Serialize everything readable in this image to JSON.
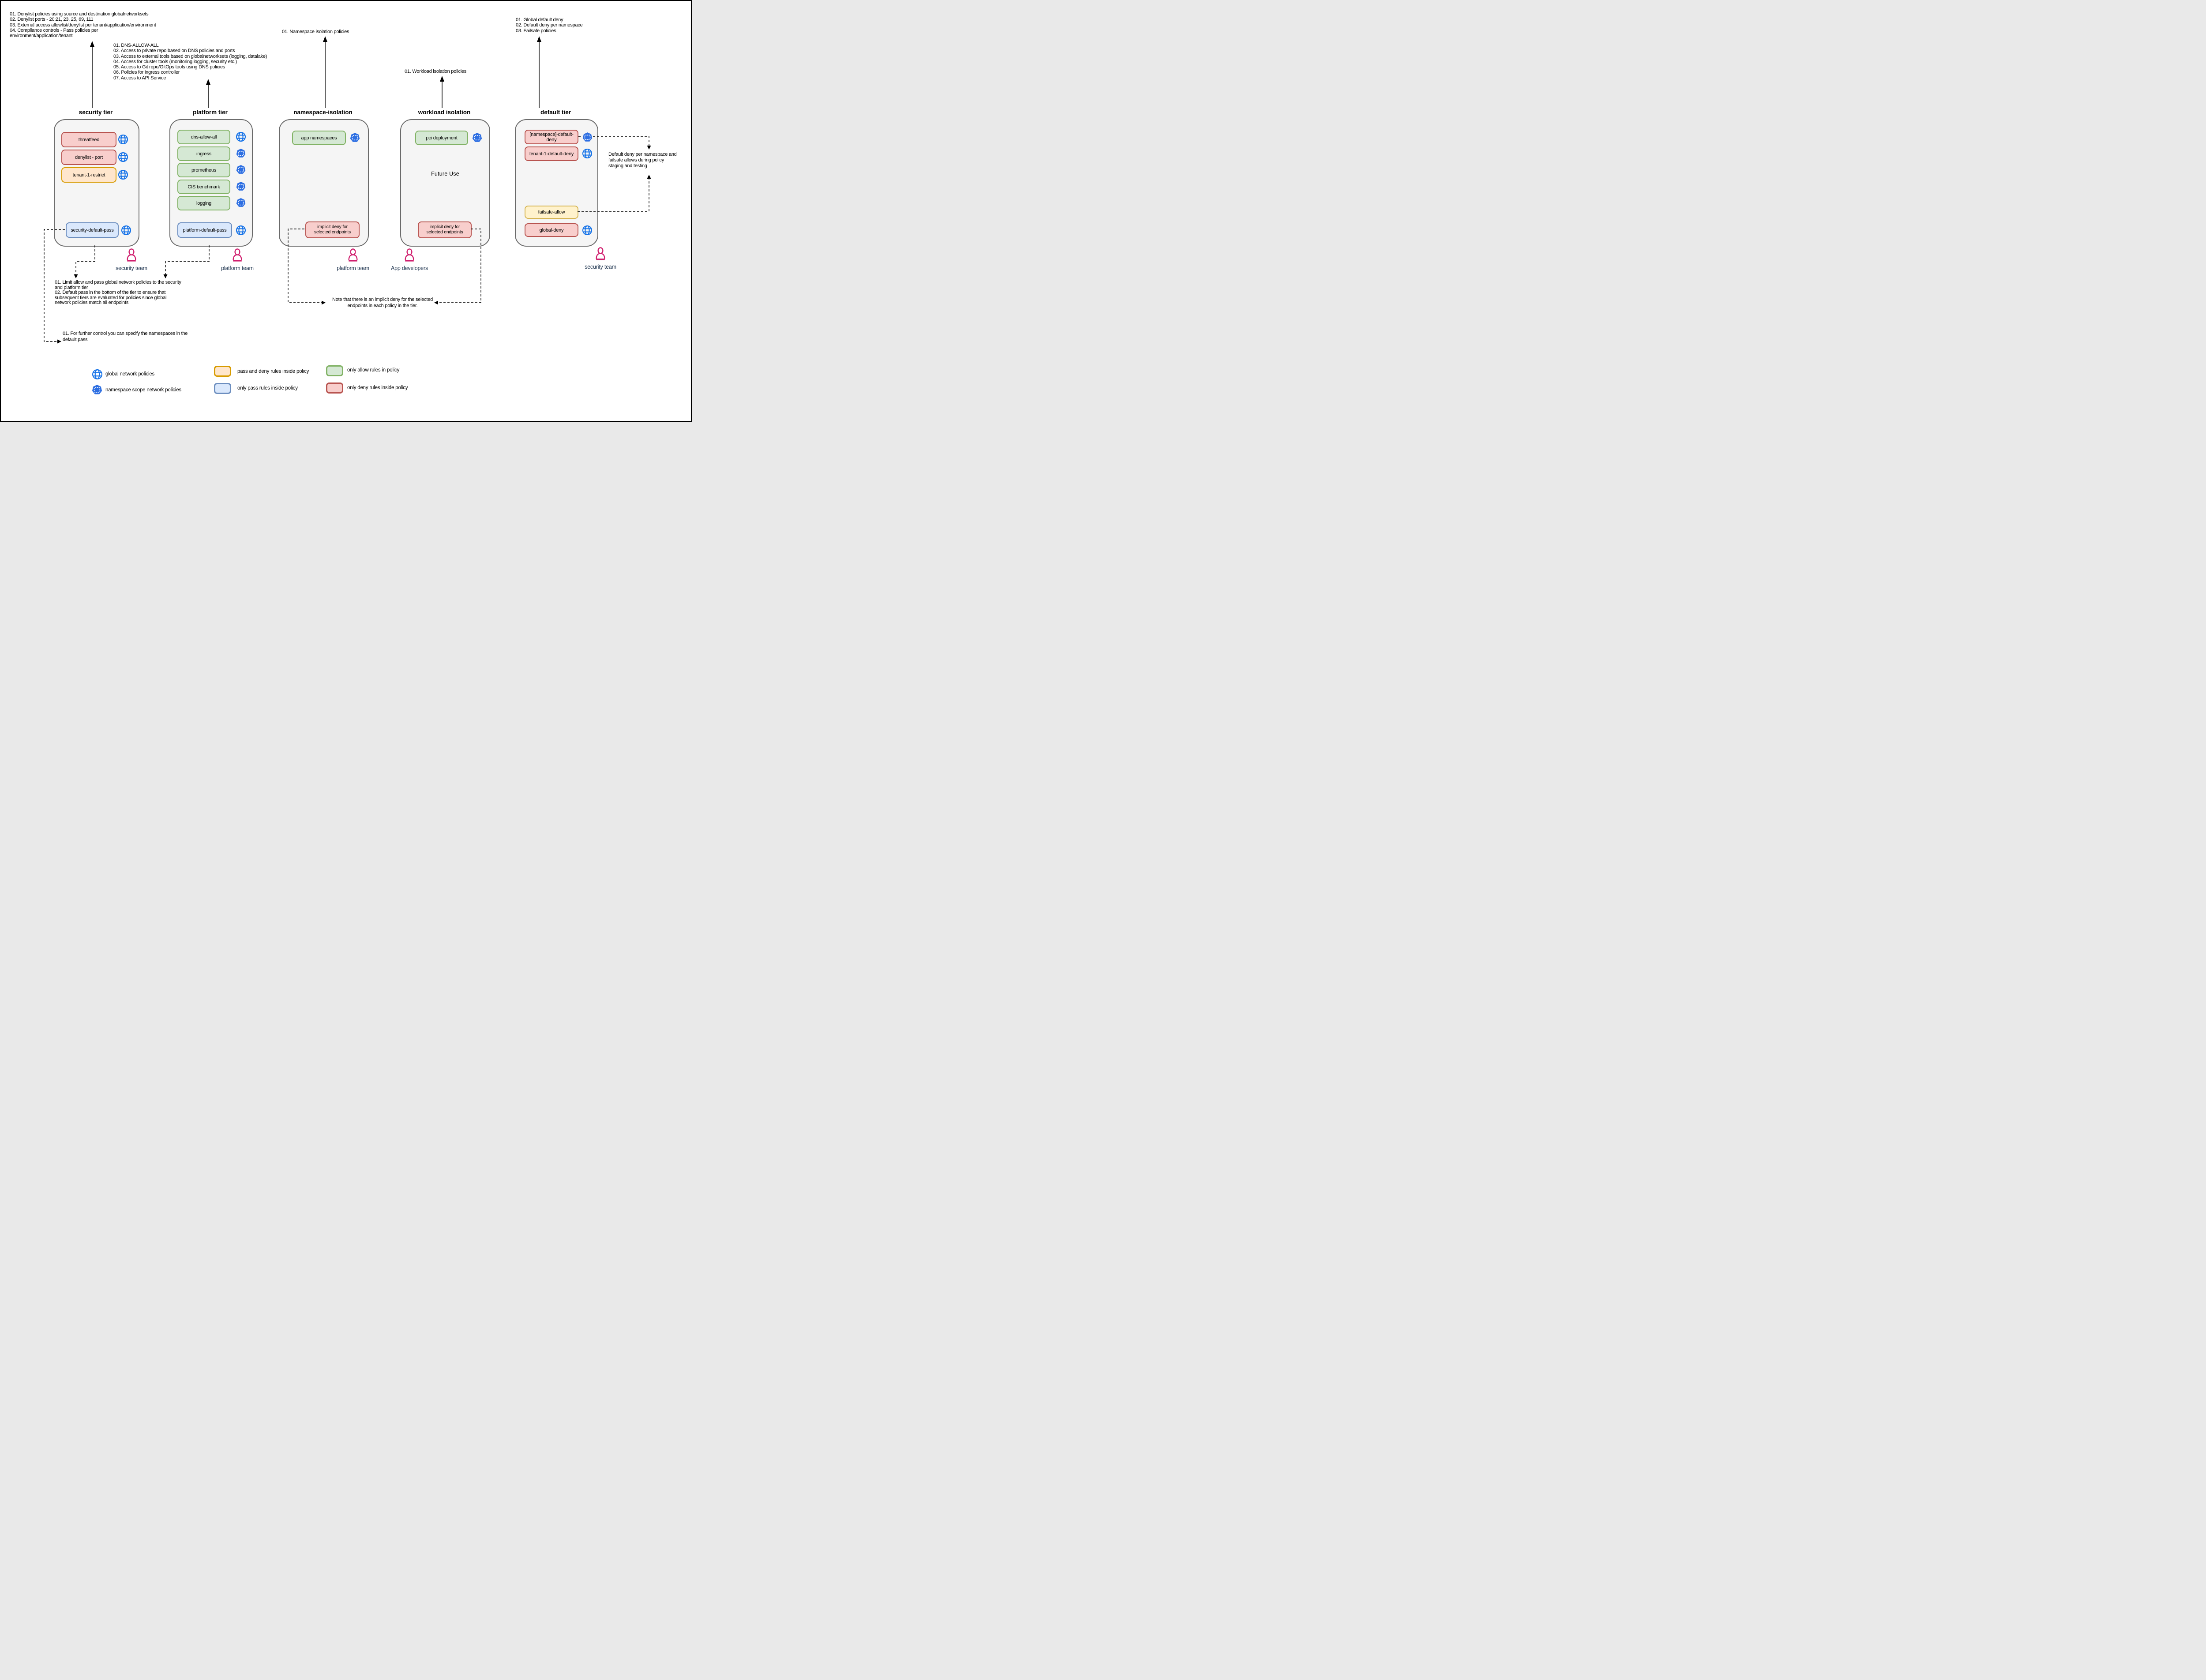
{
  "colors": {
    "global_policy_blue": "#1673E8",
    "namespace_policy_blue": "#2E6FE2",
    "person_pink": "#D01F6E",
    "deny_fill": "#F8CECC",
    "deny_stroke": "#B85450",
    "allow_fill": "#D5E8D4",
    "allow_stroke": "#82B366",
    "pass_fill": "#DAE8FC",
    "pass_stroke": "#6C8EBF",
    "pass_deny_fill": "#FFE6CC",
    "pass_deny_stroke": "#D79B00",
    "failsafe_fill": "#FFF2CC",
    "failsafe_stroke": "#D6B656",
    "tier_fill": "#F5F5F5",
    "tier_stroke": "#6B6B6B"
  },
  "annotations": {
    "security_notes": {
      "lines": [
        "01. Denylist policies using source and destination globalnetworksets",
        "02. Denylist ports - 20:21, 23, 25, 69, 111",
        "03. External access allowlist/denylist per tenant/application/environment",
        "04. Compliance controls - Pass policies per",
        "environment/application/tenant"
      ]
    },
    "platform_notes": {
      "lines": [
        "01. DNS-ALLOW-ALL",
        "02. Access to private repo based on DNS policies and ports",
        "03. Access to external tools based on globalnetworksets (logging, datalake)",
        "04. Access for cluster tools (monitoring,logging, security etc.)",
        "05. Access to Git repo/GitOps tools using DNS policies",
        "06. Policies for ingress controller",
        "07. Access to API Service"
      ]
    },
    "namespace_note": "01. Namespace isolation policies",
    "workload_note": "01. Workload isolation policies",
    "default_notes": {
      "lines": [
        "01. Global default deny",
        "02. Default deny per namespace",
        "03. Failsafe policies"
      ]
    },
    "limit_note": {
      "lines": [
        "01. Limit allow and pass global network policies to the security",
        "and platform tier",
        "02. Default pass in the bottom of the tier to ensure that",
        "subsequent tiers are evaluated for policies since global",
        "network policies match all endpoints"
      ]
    },
    "further_note": {
      "lines": [
        "01. For further control you can specify the namespaces in the",
        "default pass"
      ]
    },
    "implicit_note": {
      "lines": [
        "Note that there is an implicit deny for the selected",
        "endpoints in each policy in the tier."
      ]
    },
    "staging_note": {
      "lines": [
        "Default deny per namespace and",
        "failsafe allows during policy",
        "staging and testing"
      ]
    }
  },
  "tiers": [
    {
      "id": "security-tier",
      "title": "security tier",
      "team": "security team",
      "policies": [
        {
          "label": "threatfeed",
          "rule_type": "only-deny",
          "scope": "global"
        },
        {
          "label": "denylist - port",
          "rule_type": "only-deny",
          "scope": "global"
        },
        {
          "label": "tenant-1-restrict",
          "rule_type": "pass-and-deny",
          "scope": "global"
        },
        {
          "label": "security-default-pass",
          "rule_type": "only-pass",
          "scope": "global"
        }
      ]
    },
    {
      "id": "platform-tier",
      "title": "platform tier",
      "team": "platform team",
      "policies": [
        {
          "label": "dns-allow-all",
          "rule_type": "only-allow",
          "scope": "global"
        },
        {
          "label": "ingress",
          "rule_type": "only-allow",
          "scope": "namespace"
        },
        {
          "label": "prometheus",
          "rule_type": "only-allow",
          "scope": "namespace"
        },
        {
          "label": "CIS benchmark",
          "rule_type": "only-allow",
          "scope": "namespace"
        },
        {
          "label": "logging",
          "rule_type": "only-allow",
          "scope": "namespace"
        },
        {
          "label": "platform-default-pass",
          "rule_type": "only-pass",
          "scope": "global"
        }
      ]
    },
    {
      "id": "namespace-isolation",
      "title": "namespace-isolation",
      "team": "platform team",
      "policies": [
        {
          "label": "app namespaces",
          "rule_type": "only-allow",
          "scope": "namespace"
        },
        {
          "label": "implicit deny for selected endpoints",
          "rule_type": "only-deny",
          "scope": ""
        }
      ]
    },
    {
      "id": "workload-isolation",
      "title": "workload isolation",
      "team": "App developers",
      "center_label": "Future Use",
      "policies": [
        {
          "label": "pci deployment",
          "rule_type": "only-allow",
          "scope": "namespace"
        },
        {
          "label": "implicit deny for selected endpoints",
          "rule_type": "only-deny",
          "scope": ""
        }
      ]
    },
    {
      "id": "default-tier",
      "title": "default tier",
      "team": "security team",
      "policies": [
        {
          "label": "[namespace]-default-deny",
          "rule_type": "only-deny",
          "scope": "namespace"
        },
        {
          "label": "tenant-1-default-deny",
          "rule_type": "only-deny",
          "scope": "global"
        },
        {
          "label": "failsafe-allow",
          "rule_type": "pass-and-deny",
          "scope": ""
        },
        {
          "label": "global-deny",
          "rule_type": "only-deny",
          "scope": "global"
        }
      ]
    }
  ],
  "legend": {
    "icons": [
      {
        "icon": "globe-icon",
        "label": "global network policies"
      },
      {
        "icon": "namespace-icon",
        "label": "namespace scope network policies"
      }
    ],
    "swatches": [
      {
        "color": "orange",
        "label": "pass and deny rules inside policy"
      },
      {
        "color": "blue",
        "label": "only pass rules inside policy"
      },
      {
        "color": "green",
        "label": "only allow rules in policy"
      },
      {
        "color": "red",
        "label": "only deny rules inside policy"
      }
    ]
  }
}
